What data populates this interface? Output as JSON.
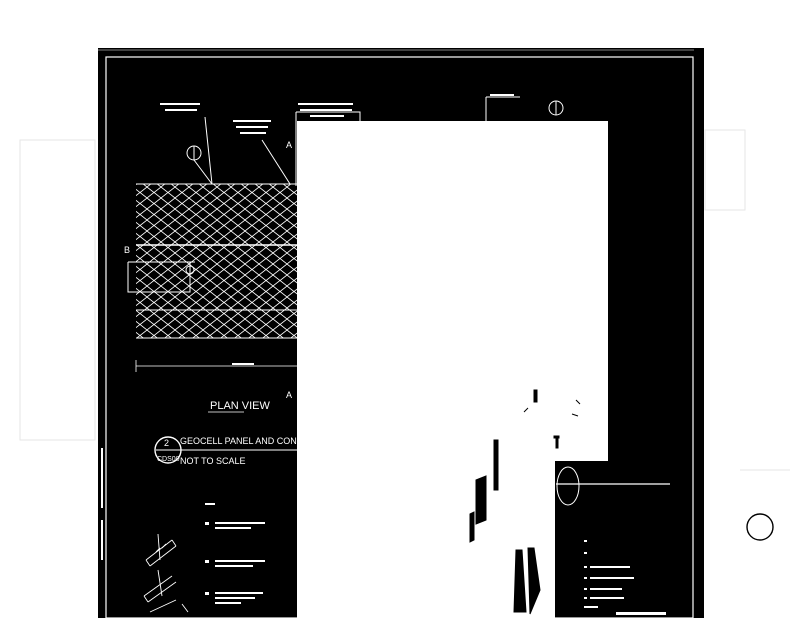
{
  "drawing": {
    "plan_view_title": "PLAN VIEW",
    "detail_number": "2",
    "sheet_ref": "CDS00",
    "detail_title": "GEOCELL PANEL AND CONNECTIONS DETAIL",
    "scale_note": "NOT TO SCALE",
    "section_marker_a": "A",
    "section_marker_b": "B"
  },
  "colors": {
    "sheet_background": "#000000",
    "linework": "#ffffff",
    "page": "#ffffff"
  }
}
